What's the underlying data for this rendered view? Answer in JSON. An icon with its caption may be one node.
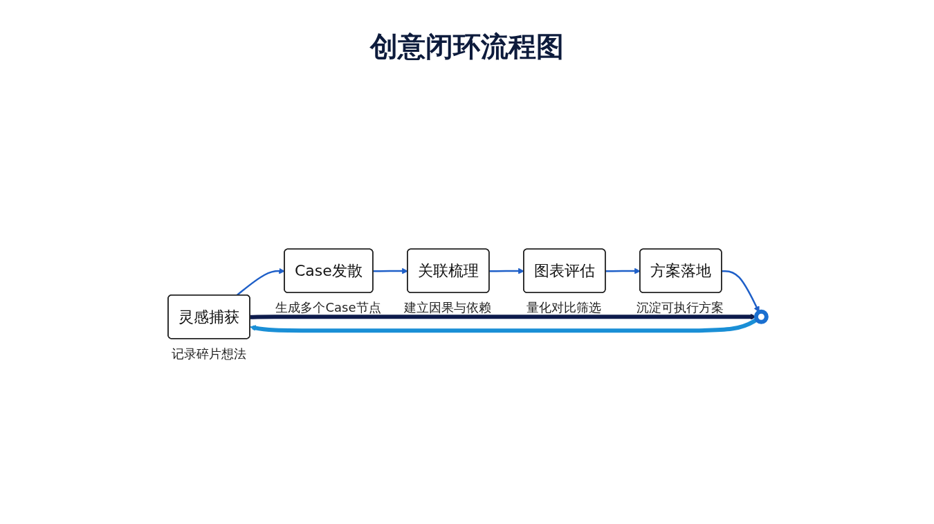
{
  "diagram": {
    "title": "创意闭环流程图",
    "nodes": [
      {
        "text": [
          "灵感捕获"
        ],
        "beside": [
          "记录碎片想法"
        ]
      },
      {
        "text": [
          "Case发散"
        ],
        "beside": [
          "生成多个Case节点"
        ]
      },
      {
        "text": [
          "关联梳理"
        ],
        "beside": [
          "建立因果与依赖"
        ]
      },
      {
        "text": [
          "图表评估"
        ],
        "beside": [
          "量化对比筛选"
        ]
      },
      {
        "text": [
          "方案落地"
        ],
        "beside": [
          "沉淀可执行方案"
        ]
      },
      {
        "text": [],
        "shape": "circle"
      }
    ],
    "edges": [
      {
        "from": 0,
        "to": 1,
        "arrow": "to"
      },
      {
        "from": 1,
        "to": 2,
        "arrow": "to"
      },
      {
        "from": 2,
        "to": 3,
        "arrow": "to"
      },
      {
        "from": 3,
        "to": 4,
        "arrow": "to"
      },
      {
        "from": 4,
        "to": 5,
        "arrow": "to"
      },
      {
        "from": 5,
        "to": 0,
        "arrow": "to",
        "style": "thick",
        "color": "#1a8fd6"
      },
      {
        "from": 0,
        "to": 5,
        "arrow": "to",
        "style": "thick",
        "color": "#0d1b4c"
      }
    ]
  }
}
